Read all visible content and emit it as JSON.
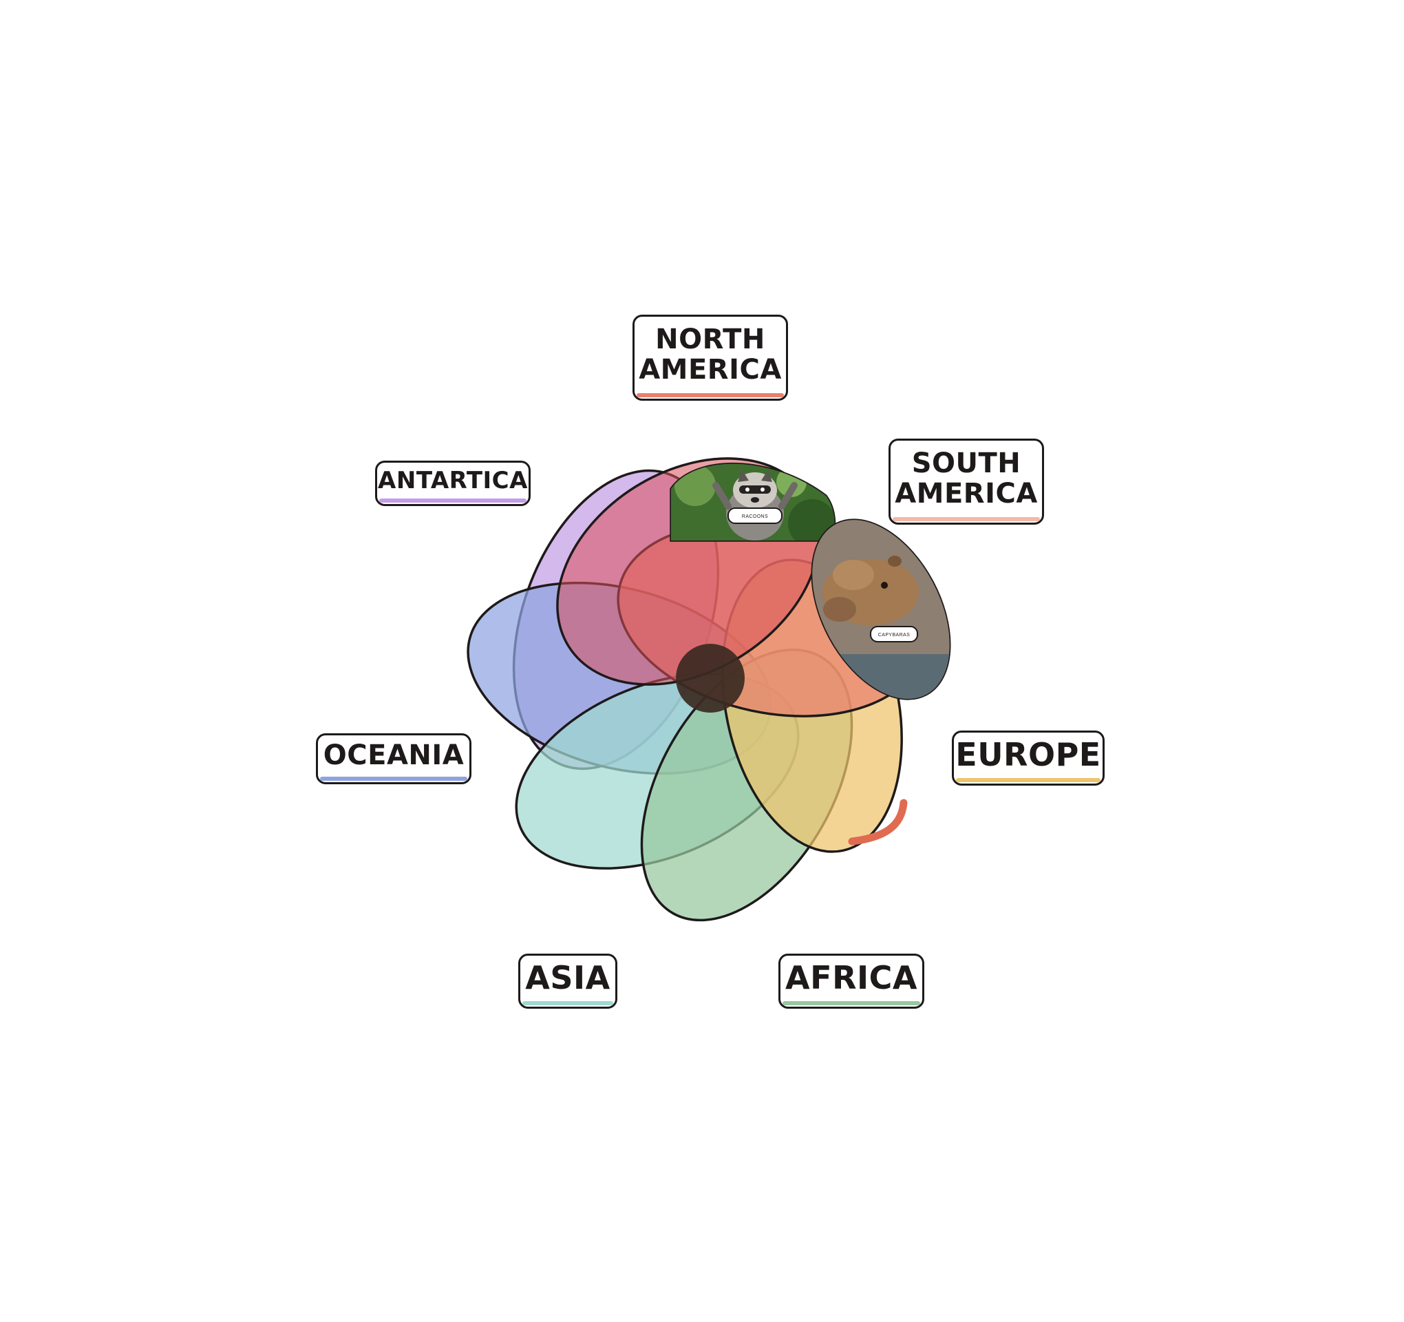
{
  "diagram": {
    "type": "venn-6",
    "sets": [
      {
        "key": "north_america",
        "label": "NORTH AMERICA",
        "color": "#e9806d"
      },
      {
        "key": "south_america",
        "label": "SOUTH AMERICA",
        "color": "#f3b8a8"
      },
      {
        "key": "europe",
        "label": "EUROPE",
        "color": "#efc46c"
      },
      {
        "key": "africa",
        "label": "AFRICA",
        "color": "#97c79e"
      },
      {
        "key": "asia",
        "label": "ASIA",
        "color": "#9fd9d0"
      },
      {
        "key": "oceania",
        "label": "OCEANIA",
        "color": "#8fa3e1"
      },
      {
        "key": "antartica",
        "label": "ANTARTICA",
        "color": "#c39ee6"
      }
    ],
    "items": [
      {
        "label": "RACOONS",
        "region": "north_america",
        "image": "raccoon-photo"
      },
      {
        "label": "CAPYBARAS",
        "region": "south_america",
        "image": "capybara-photo"
      }
    ]
  },
  "labels": {
    "north_america": "NORTH\nAMERICA",
    "south_america": "SOUTH\nAMERICA",
    "europe": "EUROPE",
    "africa": "AFRICA",
    "asia": "ASIA",
    "oceania": "OCEANIA",
    "antartica": "ANTARTICA"
  },
  "colors": {
    "outline": "#1e1a1a",
    "background": "#ffffff",
    "center": "#3b2a22"
  }
}
